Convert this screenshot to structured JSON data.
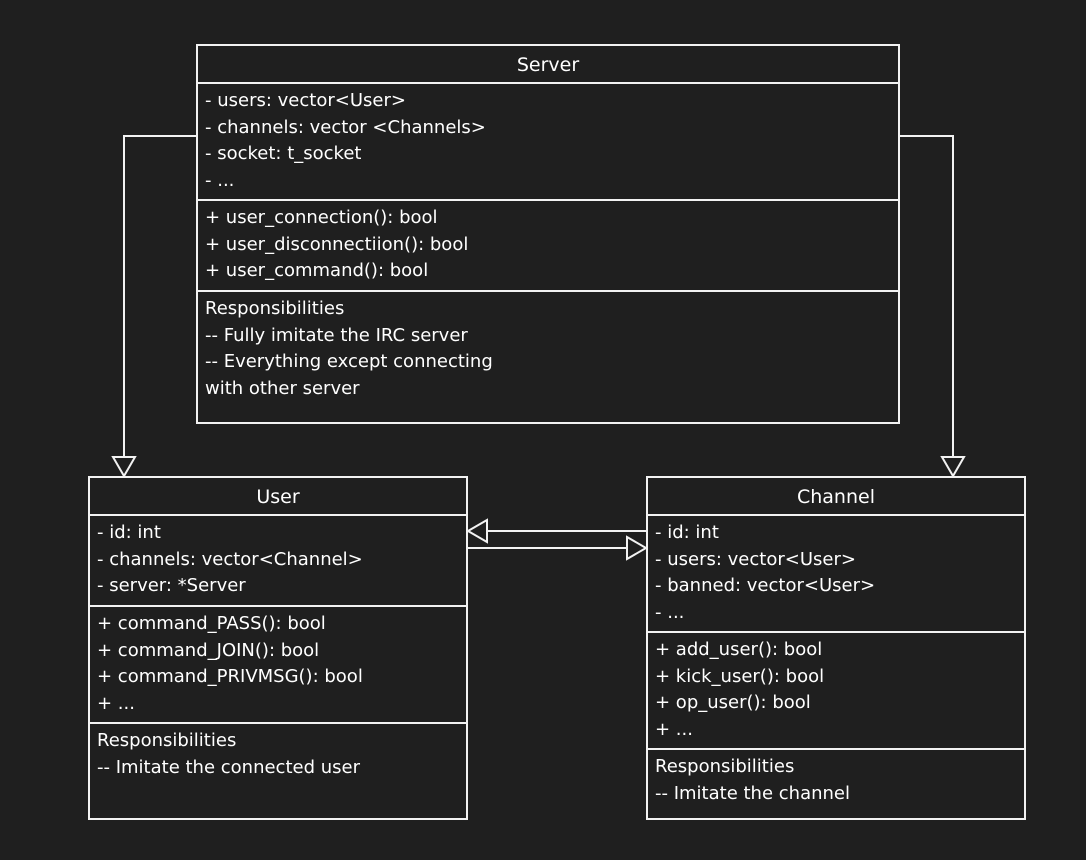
{
  "colors": {
    "background": "#1f1f1f",
    "stroke": "#f2f2f2",
    "text": "#ffffff"
  },
  "classes": {
    "server": {
      "name": "Server",
      "attributes": [
        "- users: vector<User>",
        "- channels: vector <Channels>",
        "- socket: t_socket",
        "- ..."
      ],
      "methods": [
        "+ user_connection(): bool",
        "+ user_disconnectiion(): bool",
        "+ user_command(): bool"
      ],
      "responsibilities": [
        "Responsibilities",
        "-- Fully imitate the IRC server",
        "-- Everything except connecting",
        "with other server"
      ]
    },
    "user": {
      "name": "User",
      "attributes": [
        "- id: int",
        "- channels: vector<Channel>",
        "- server: *Server"
      ],
      "methods": [
        "+ command_PASS(): bool",
        "+ command_JOIN(): bool",
        "+ command_PRIVMSG(): bool",
        "+ ..."
      ],
      "responsibilities": [
        "Responsibilities",
        "-- Imitate the connected user"
      ]
    },
    "channel": {
      "name": "Channel",
      "attributes": [
        "- id: int",
        "- users: vector<User>",
        "- banned: vector<User>",
        "- ..."
      ],
      "methods": [
        "+ add_user(): bool",
        "+ kick_user(): bool",
        "+ op_user(): bool",
        "+ ..."
      ],
      "responsibilities": [
        "Responsibilities",
        "-- Imitate the channel"
      ]
    }
  }
}
